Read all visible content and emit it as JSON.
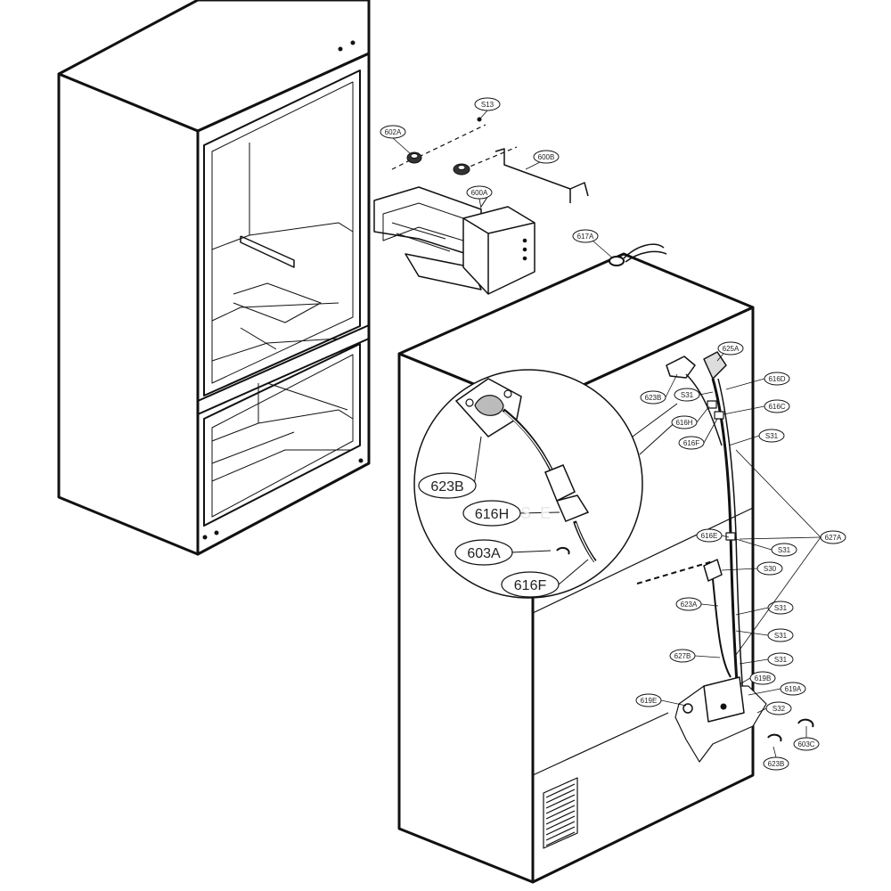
{
  "callouts_large": [
    "623B",
    "616H",
    "603A",
    "616F"
  ],
  "callouts_small": {
    "top": [
      "S13",
      "602A",
      "600B",
      "600A",
      "617A"
    ],
    "right": [
      "625A",
      "623B",
      "S31",
      "616D",
      "616C",
      "616H",
      "616F",
      "S31",
      "627A",
      "616E",
      "S31",
      "S30",
      "623A",
      "S31",
      "S31",
      "627B",
      "S31",
      "619B",
      "619A",
      "619E",
      "S32",
      "603C",
      "623B"
    ]
  },
  "watermark": "LEASE"
}
